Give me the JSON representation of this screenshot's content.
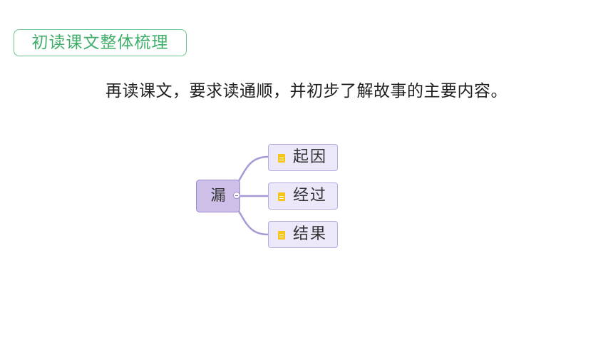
{
  "section_tag": "初读课文整体梳理",
  "instruction": "再读课文，要求读通顺，并初步了解故事的主要内容。",
  "mindmap": {
    "root": "漏",
    "children": [
      {
        "label": "起因",
        "icon": "note-icon"
      },
      {
        "label": "经过",
        "icon": "note-icon"
      },
      {
        "label": "结果",
        "icon": "note-icon"
      }
    ]
  },
  "colors": {
    "tag_border": "#6cc58e",
    "tag_text": "#3fae6a",
    "root_fill": "#cdbfe8",
    "child_fill": "#ece8fa",
    "connector": "#a898d6",
    "note_icon": "#f5c518"
  }
}
